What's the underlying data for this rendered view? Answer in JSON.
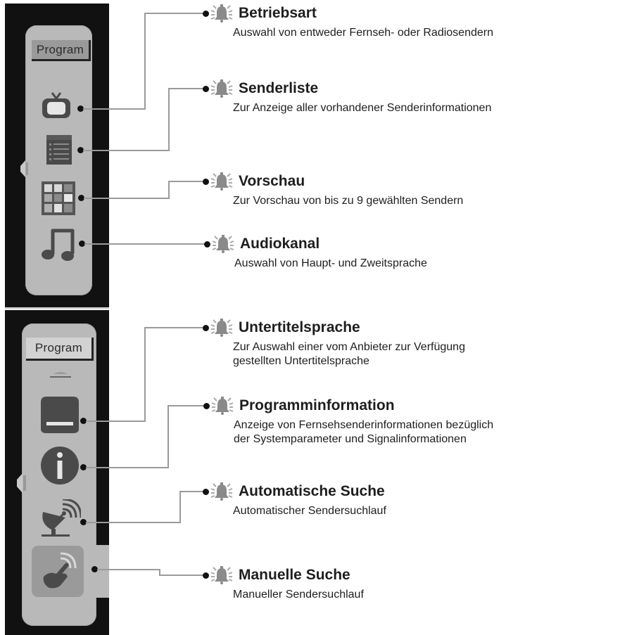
{
  "panels": [
    {
      "header_label": "Program",
      "items": [
        {
          "icon": "tv-icon",
          "title": "Betriebsart",
          "description": [
            "Auswahl von entweder Fernseh- oder Radiosendern"
          ]
        },
        {
          "icon": "channel-list-icon",
          "title": "Senderliste",
          "description": [
            "Zur Anzeige aller vorhandener Senderinformationen"
          ]
        },
        {
          "icon": "grid-preview-icon",
          "title": "Vorschau",
          "description": [
            "Zur Vorschau von bis zu 9 gewählten Sendern"
          ]
        },
        {
          "icon": "music-note-icon",
          "title": "Audiokanal",
          "description": [
            "Auswahl von Haupt- und Zweitsprache"
          ]
        }
      ]
    },
    {
      "header_label": "Program",
      "items": [
        {
          "icon": "subtitle-icon",
          "title": "Untertitelsprache",
          "description": [
            "Zur Auswahl einer vom Anbieter zur Verfügung",
            "gestellten Untertitelsprache"
          ]
        },
        {
          "icon": "info-icon",
          "title": "Programminformation",
          "description": [
            "Anzeige von Fernsehsenderinformationen bezüglich",
            "der Systemparameter und Signalinformationen"
          ]
        },
        {
          "icon": "satellite-dish-icon",
          "title": "Automatische Suche",
          "description": [
            "Automatischer Sendersuchlauf"
          ]
        },
        {
          "icon": "manual-search-hand-icon",
          "title": "Manuelle Suche",
          "description": [
            "Manueller Sendersuchlauf"
          ],
          "selected": true
        }
      ]
    }
  ],
  "colors": {
    "panel_bg": "#111111",
    "card_bg": "#b9b9b9",
    "icon_dark": "#4a4a4a",
    "connector": "#9a9a9a",
    "bell": "#8a8a8a",
    "text": "#1e1e1e"
  }
}
